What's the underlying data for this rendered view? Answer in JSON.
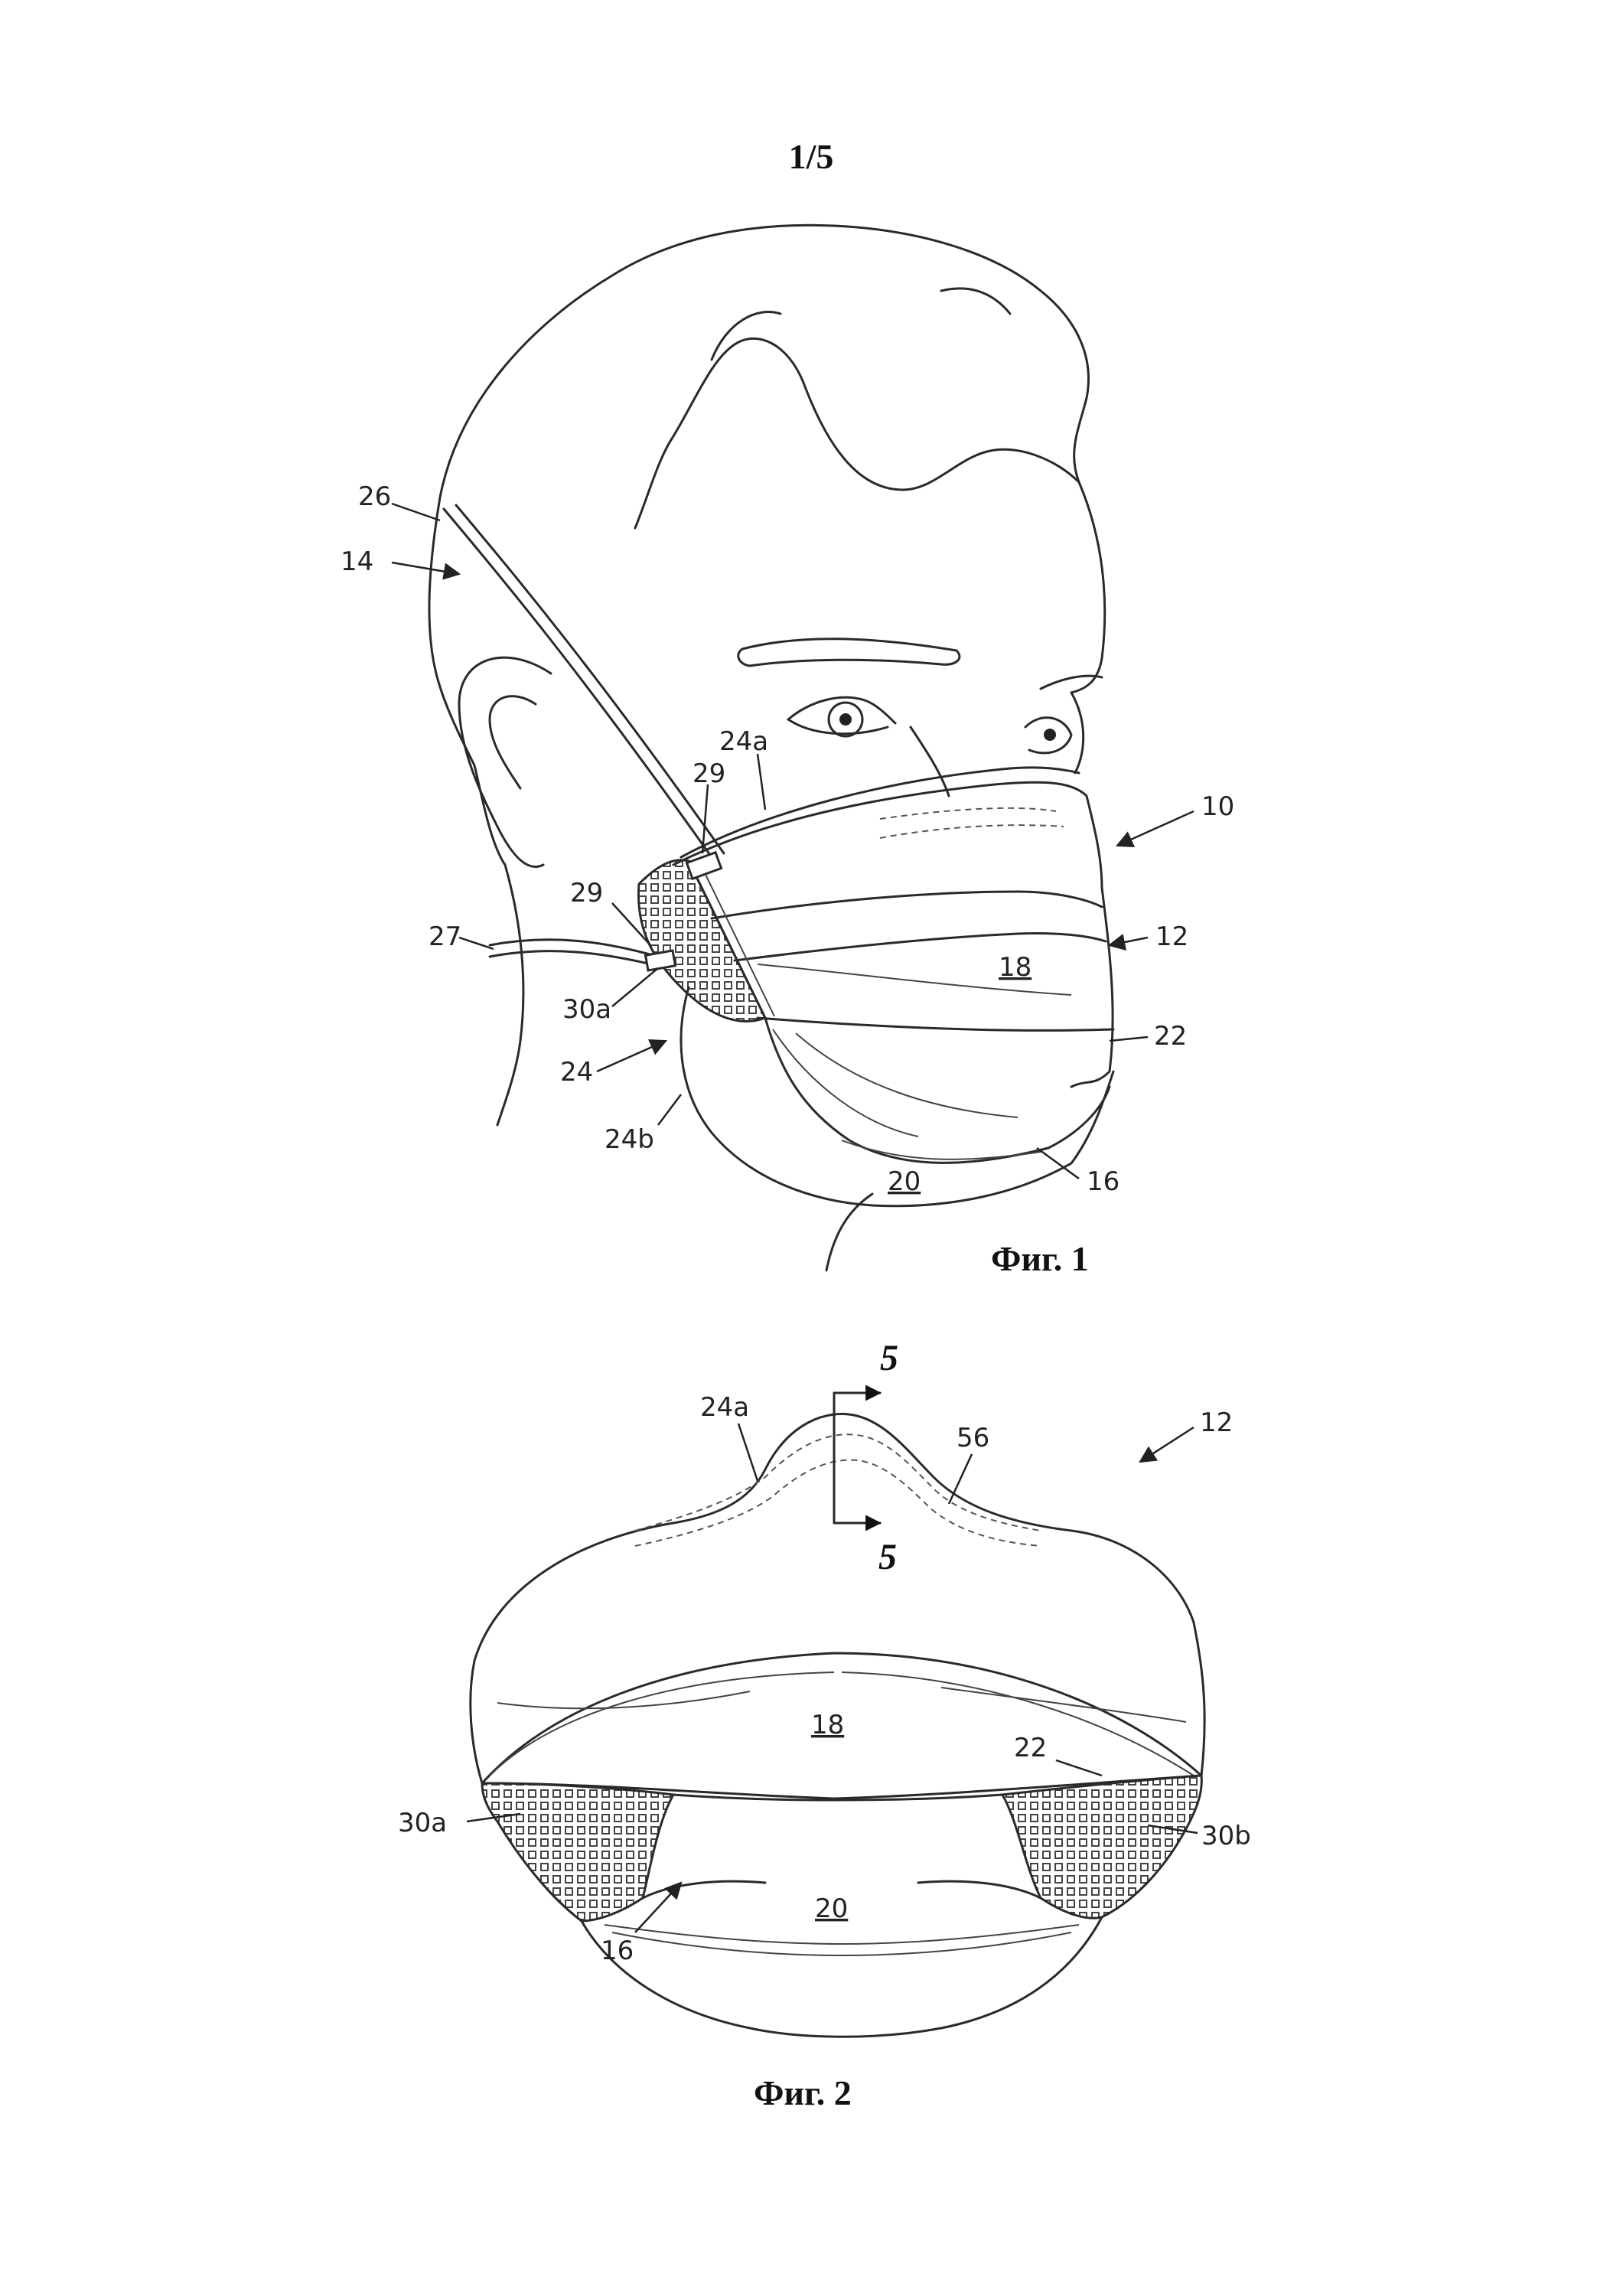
{
  "page": {
    "number": "1/5"
  },
  "figure1": {
    "caption": "Фиг. 1",
    "labels": {
      "l26": "26",
      "l14": "14",
      "l24a": "24a",
      "l29a": "29",
      "l29b": "29",
      "l27": "27",
      "l30a": "30a",
      "l24": "24",
      "l24b": "24b",
      "l20": "20",
      "l16": "16",
      "l22": "22",
      "l18": "18",
      "l12": "12",
      "l10": "10"
    }
  },
  "figure2": {
    "caption": "Фиг. 2",
    "labels": {
      "l24a": "24a",
      "l5top": "5",
      "l5bot": "5",
      "l56": "56",
      "l12": "12",
      "l18": "18",
      "l22": "22",
      "l30a": "30a",
      "l30b": "30b",
      "l20": "20",
      "l16": "16"
    }
  }
}
